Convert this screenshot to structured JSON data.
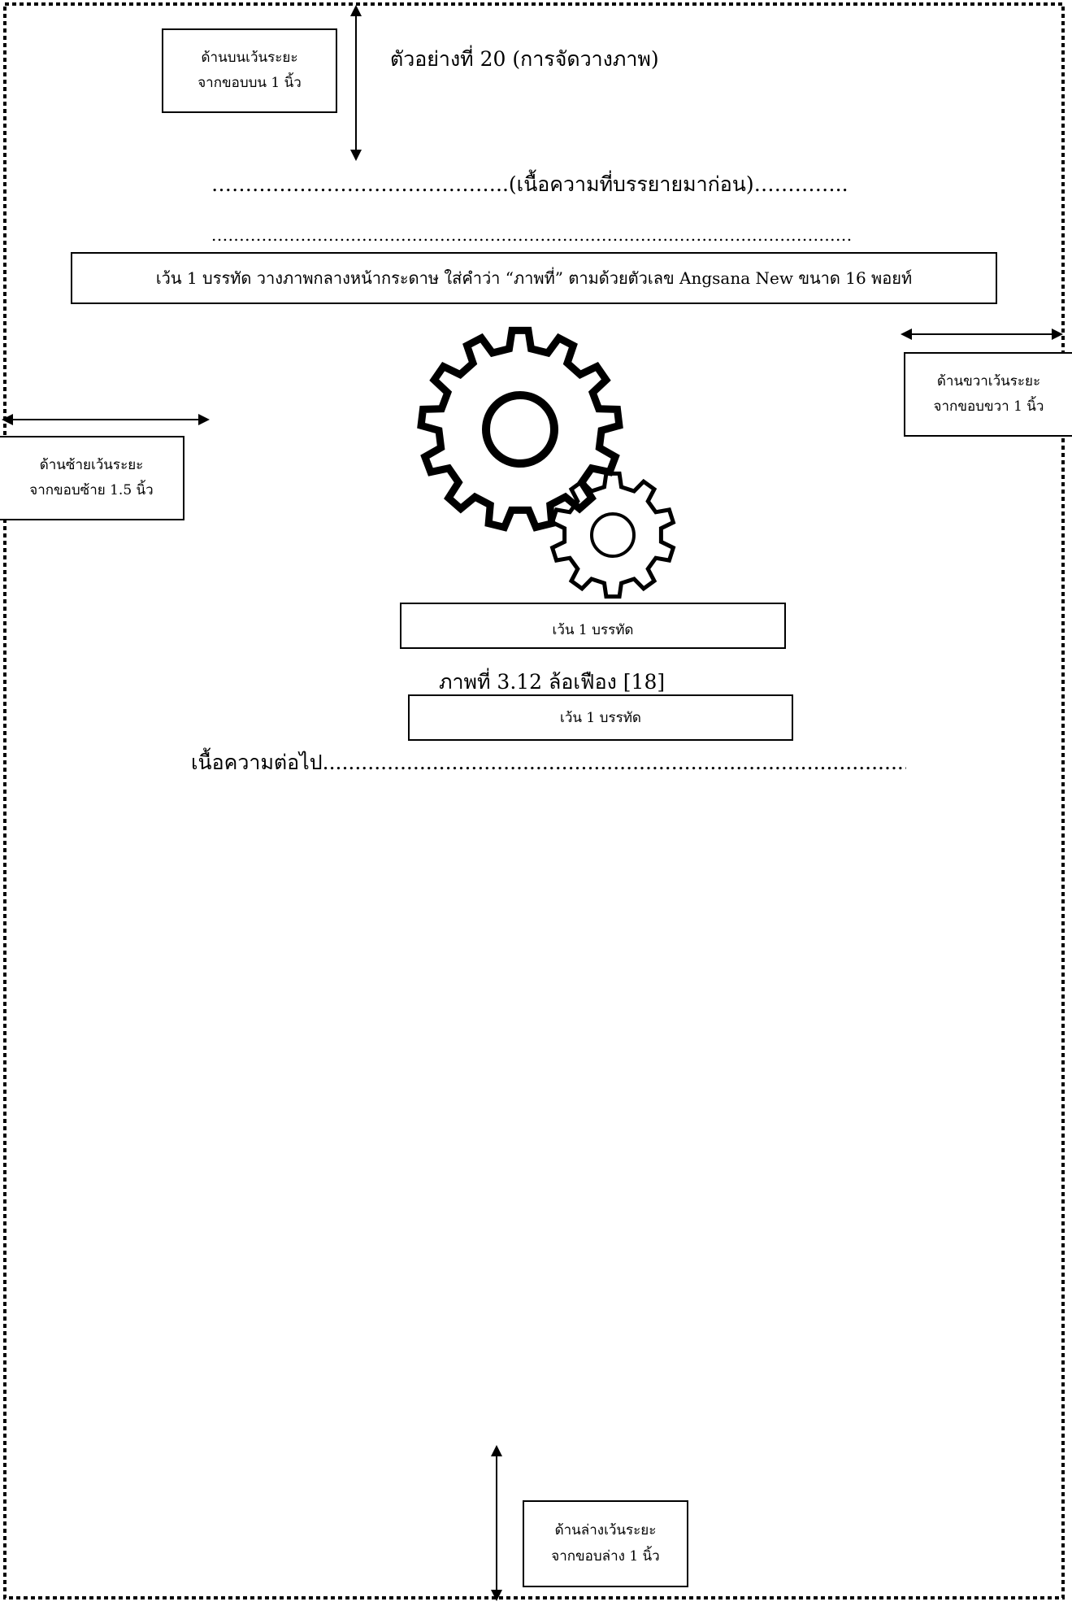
{
  "top_margin_note": {
    "line1": "ด้านบนเว้นระยะ",
    "line2": "จากขอบบน 1 นิ้ว"
  },
  "example_title": "ตัวอย่างที่ 20 (การจัดวางภาพ)",
  "prior_text_line": "……………………………………..(เนื้อความที่บรรยายมาก่อน)…………..",
  "dotted_line": "...................................................................................................................",
  "instruction_box": "เว้น 1 บรรทัด วางภาพกลางหน้ากระดาษ  ใส่คำว่า “ภาพที่” ตามด้วยตัวเลข Angsana New ขนาด 16 พอยท์",
  "right_margin_note": {
    "line1": "ด้านขวาเว้นระยะ",
    "line2": "จากขอบขวา 1 นิ้ว"
  },
  "left_margin_note": {
    "line1": "ด้านซ้ายเว้นระยะ",
    "line2": "จากขอบซ้าย 1.5 นิ้ว"
  },
  "gap_note_above_caption": "เว้น 1 บรรทัด",
  "figure_caption": "ภาพที่ 3.12 ล้อเฟือง [18]",
  "gap_note_below_caption": "เว้น 1 บรรทัด",
  "continuing_text": "เนื้อความต่อไป.......................................................................................................",
  "bottom_margin_note": {
    "line1": "ด้านล่างเว้นระยะ",
    "line2": "จากขอบล่าง 1 นิ้ว"
  }
}
